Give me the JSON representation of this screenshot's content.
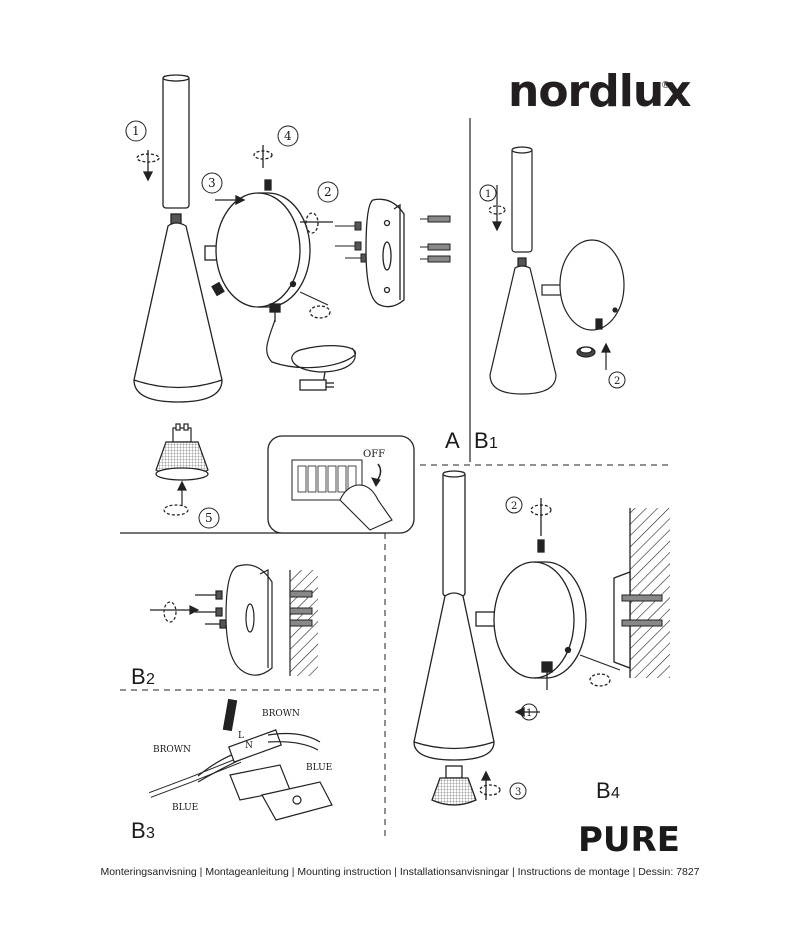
{
  "brand": {
    "name": "nordlux",
    "mark": "®"
  },
  "product": "PURE",
  "footer": "Monteringsanvisning | Montageanleitung | Mounting instruction | Installationsanvisningar | Instructions de montage | Dessin: 7827",
  "sections": {
    "A": "A",
    "B1": "B",
    "B1_sub": "1",
    "B2": "B",
    "B2_sub": "2",
    "B3": "B",
    "B3_sub": "3",
    "B4": "B",
    "B4_sub": "4"
  },
  "steps": {
    "s1": "1",
    "s2": "2",
    "s3": "3",
    "s4": "4",
    "s5": "5"
  },
  "switch_label": "OFF",
  "wire_labels": {
    "brown": "BROWN",
    "blue": "BLUE",
    "n": "N",
    "l": "L"
  }
}
